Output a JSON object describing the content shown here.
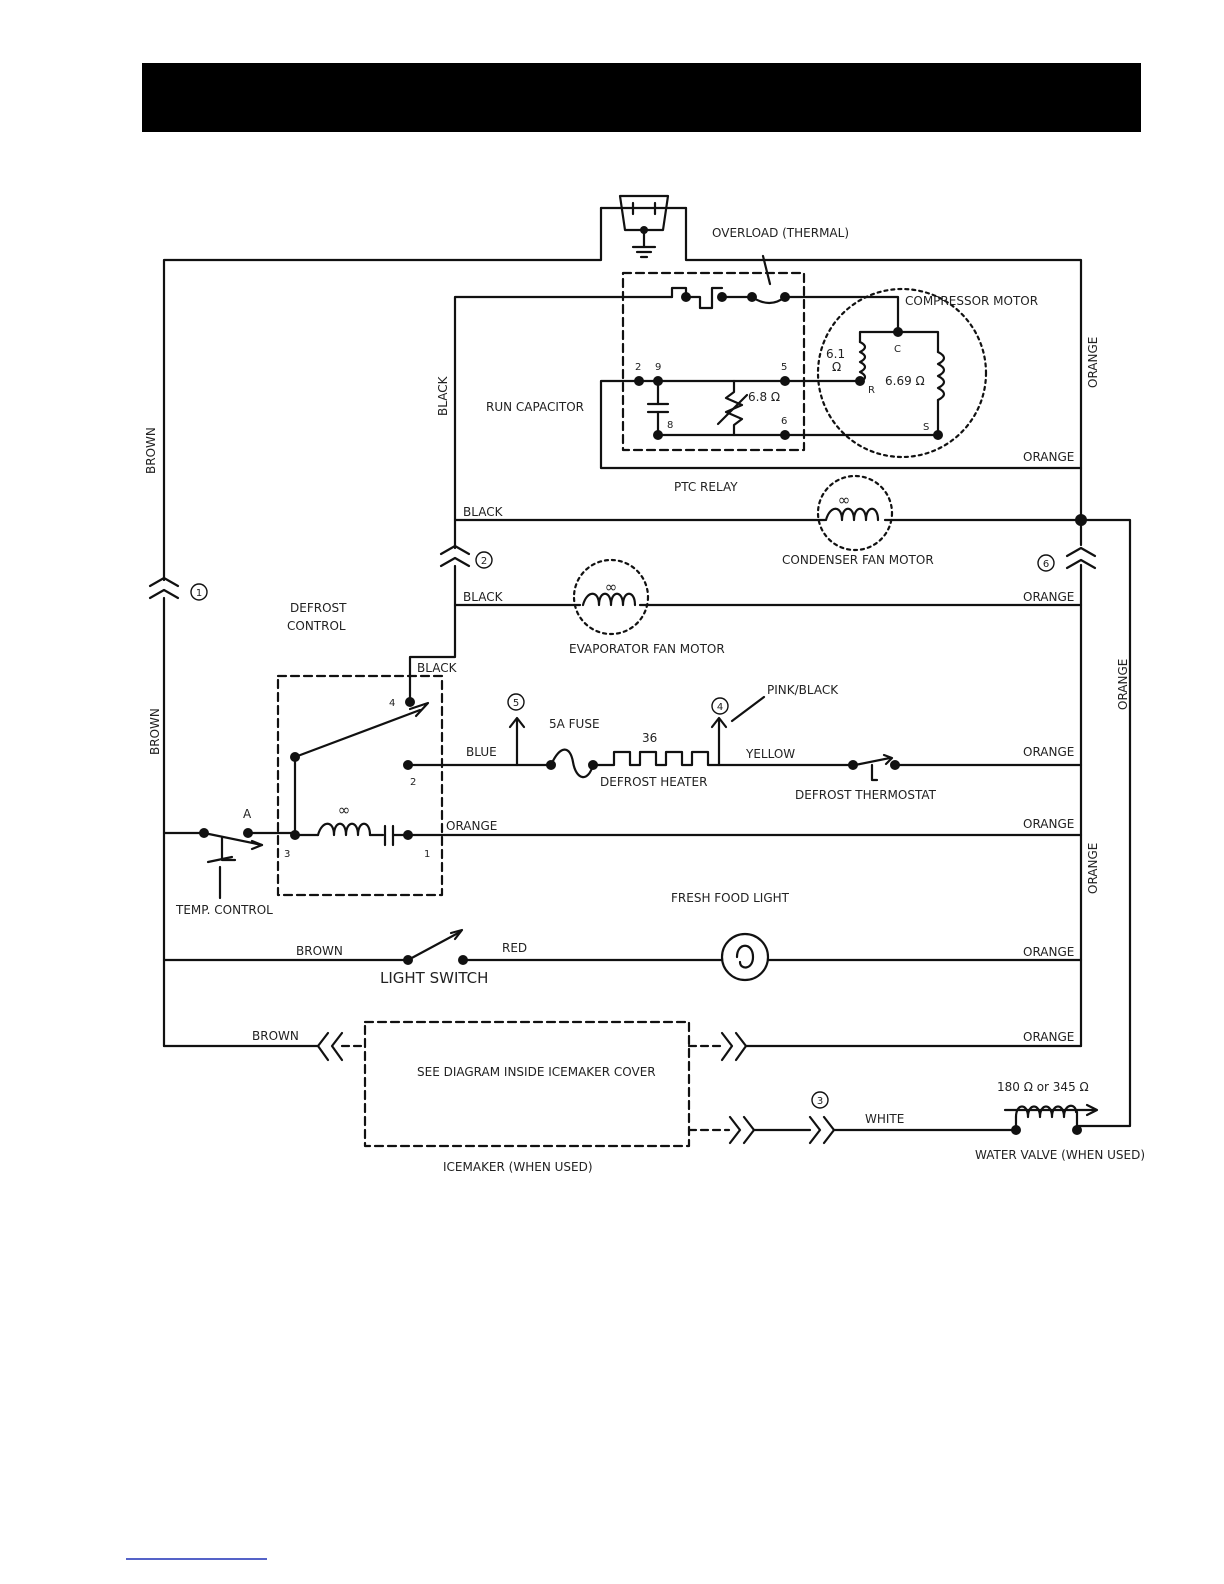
{
  "labels": {
    "overload": "OVERLOAD (THERMAL)",
    "compressor_motor": "COMPRESSOR MOTOR",
    "run_capacitor": "RUN CAPACITOR",
    "ptc_relay": "PTC RELAY",
    "condenser_fan_motor": "CONDENSER FAN MOTOR",
    "evaporator_fan_motor": "EVAPORATOR FAN MOTOR",
    "defrost_control_1": "DEFROST",
    "defrost_control_2": "CONTROL",
    "fuse": "5A FUSE",
    "defrost_heater": "DEFROST HEATER",
    "defrost_thermostat": "DEFROST THERMOSTAT",
    "temp_control": "TEMP. CONTROL",
    "fresh_food_light": "FRESH FOOD LIGHT",
    "light_switch": "LIGHT SWITCH",
    "icemaker_note": "SEE DIAGRAM INSIDE ICEMAKER COVER",
    "icemaker": "ICEMAKER (WHEN USED)",
    "water_valve": "WATER VALVE (WHEN USED)",
    "water_valve_resistance": "180 Ω or 345 Ω",
    "pink_black": "PINK/BLACK"
  },
  "values": {
    "r_run": "6.1",
    "r_run_unit": "Ω",
    "r_start": "6.69 Ω",
    "r_ptc": "6.8 Ω",
    "heater": "36",
    "infinity": "∞"
  },
  "terminals": {
    "c": "C",
    "r": "R",
    "s": "S",
    "ptc_2": "2",
    "ptc_9": "9",
    "ptc_5": "5",
    "ptc_8": "8",
    "ptc_6": "6",
    "dc_4": "4",
    "dc_2": "2",
    "dc_3": "3",
    "dc_1": "1",
    "a": "A"
  },
  "connectors": {
    "c1": "1",
    "c2": "2",
    "c3": "3",
    "c4": "4",
    "c5": "5",
    "c6": "6"
  },
  "wires": {
    "brown": "BROWN",
    "black": "BLACK",
    "orange": "ORANGE",
    "blue": "BLUE",
    "yellow": "YELLOW",
    "red": "RED",
    "white": "WHITE"
  }
}
